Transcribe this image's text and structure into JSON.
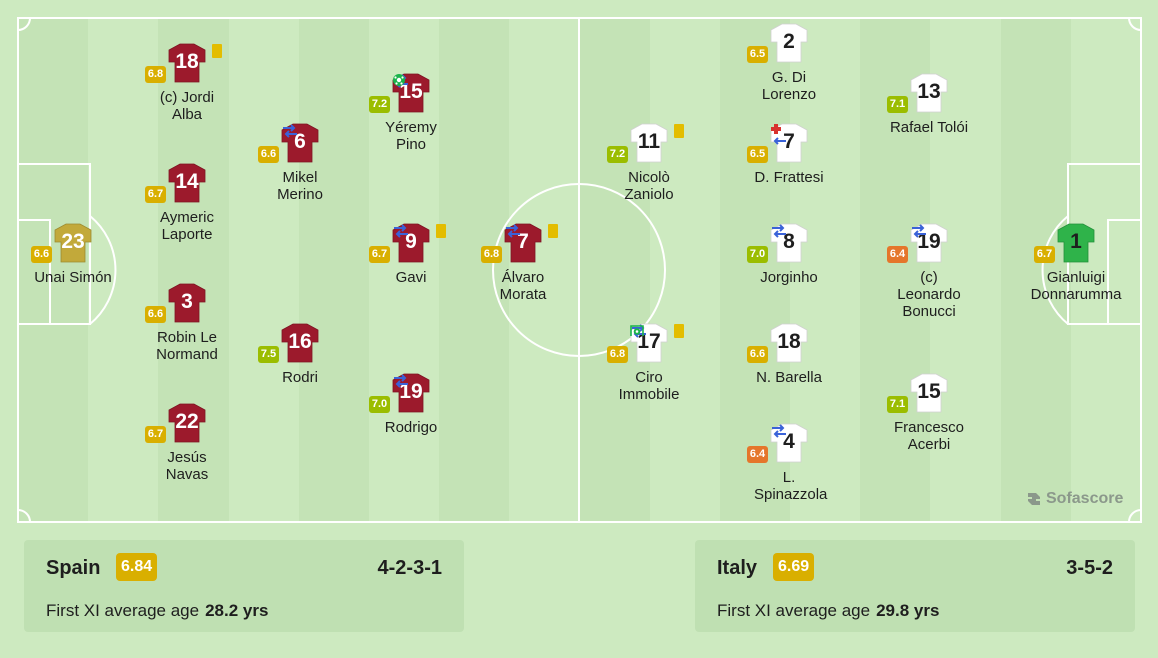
{
  "spain": {
    "name": "Spain",
    "rating": "6.84",
    "formation": "4-2-3-1",
    "age_label": "First XI average age",
    "age_value": "28.2 yrs",
    "players": [
      {
        "number": "23",
        "name": "Unai Simón",
        "rating": "6.6",
        "rating_color": "yellow",
        "goalkeeper": true
      },
      {
        "number": "18",
        "name": "(c) Jordi Alba",
        "rating": "6.8",
        "rating_color": "yellow",
        "yellow_card": true
      },
      {
        "number": "14",
        "name": "Aymeric Laporte",
        "rating": "6.7",
        "rating_color": "yellow"
      },
      {
        "number": "3",
        "name": "Robin Le Normand",
        "rating": "6.6",
        "rating_color": "yellow"
      },
      {
        "number": "22",
        "name": "Jesús Navas",
        "rating": "6.7",
        "rating_color": "yellow"
      },
      {
        "number": "6",
        "name": "Mikel Merino",
        "rating": "6.6",
        "rating_color": "yellow",
        "substituted": true
      },
      {
        "number": "16",
        "name": "Rodri",
        "rating": "7.5",
        "rating_color": "green"
      },
      {
        "number": "15",
        "name": "Yéremy Pino",
        "rating": "7.2",
        "rating_color": "green",
        "substituted": true,
        "goal": true
      },
      {
        "number": "9",
        "name": "Gavi",
        "rating": "6.7",
        "rating_color": "yellow",
        "substituted": true,
        "yellow_card": true
      },
      {
        "number": "19",
        "name": "Rodrigo",
        "rating": "7.0",
        "rating_color": "green",
        "substituted": true
      },
      {
        "number": "7",
        "name": "Álvaro Morata",
        "rating": "6.8",
        "rating_color": "yellow",
        "substituted": true,
        "yellow_card": true
      }
    ]
  },
  "italy": {
    "name": "Italy",
    "rating": "6.69",
    "formation": "3-5-2",
    "age_label": "First XI average age",
    "age_value": "29.8 yrs",
    "players": [
      {
        "number": "1",
        "name": "Gianluigi Donnarumma",
        "rating": "6.7",
        "rating_color": "yellow",
        "goalkeeper": true
      },
      {
        "number": "13",
        "name": "Rafael Tolói",
        "rating": "7.1",
        "rating_color": "green"
      },
      {
        "number": "19",
        "name": "(c) Leonardo Bonucci",
        "rating": "6.4",
        "rating_color": "orange",
        "substituted": true
      },
      {
        "number": "15",
        "name": "Francesco Acerbi",
        "rating": "7.1",
        "rating_color": "green"
      },
      {
        "number": "2",
        "name": "G. Di Lorenzo",
        "rating": "6.5",
        "rating_color": "yellow"
      },
      {
        "number": "7",
        "name": "D. Frattesi",
        "rating": "6.5",
        "rating_color": "yellow",
        "substituted": true,
        "injury": true
      },
      {
        "number": "8",
        "name": "Jorginho",
        "rating": "7.0",
        "rating_color": "green",
        "substituted": true
      },
      {
        "number": "18",
        "name": "N. Barella",
        "rating": "6.6",
        "rating_color": "yellow"
      },
      {
        "number": "4",
        "name": "L. Spinazzola",
        "rating": "6.4",
        "rating_color": "orange",
        "substituted": true
      },
      {
        "number": "11",
        "name": "Nicolò Zaniolo",
        "rating": "7.2",
        "rating_color": "green",
        "yellow_card": true
      },
      {
        "number": "17",
        "name": "Ciro Immobile",
        "rating": "6.8",
        "rating_color": "yellow",
        "substituted": true,
        "yellow_card": true,
        "goal_conceded_icon": true
      }
    ]
  },
  "brand": "Sofascore",
  "colors": {
    "spain_shirt": "#9c1a2c",
    "spain_gk": "#c2a93a",
    "italy_shirt": "#ffffff",
    "italy_gk": "#2fb34a",
    "rating_yellow": "#d9af00",
    "rating_green": "#9bbd00",
    "rating_orange": "#e5762b"
  }
}
